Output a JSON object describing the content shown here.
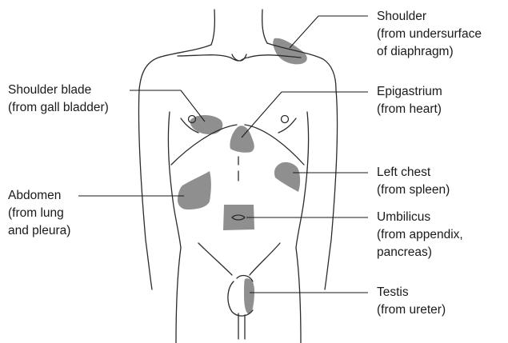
{
  "labels": {
    "shoulder": {
      "title": "Shoulder",
      "line2": "(from undersurface",
      "line3": "of diaphragm)"
    },
    "shoulder_blade": {
      "title": "Shoulder blade",
      "line2": "(from gall bladder)"
    },
    "epigastrium": {
      "title": "Epigastrium",
      "line2": "(from heart)"
    },
    "left_chest": {
      "title": "Left chest",
      "line2": "(from spleen)"
    },
    "abdomen": {
      "title": "Abdomen",
      "line2": "(from lung",
      "line3": "and pleura)"
    },
    "umbilicus": {
      "title": "Umbilicus",
      "line2": "(from appendix,",
      "line3": "pancreas)"
    },
    "testis": {
      "title": "Testis",
      "line2": "(from ureter)"
    }
  },
  "colors": {
    "pain_area": "#8f8f8f",
    "outline": "#2b2b2b",
    "text": "#1a1a1a"
  }
}
